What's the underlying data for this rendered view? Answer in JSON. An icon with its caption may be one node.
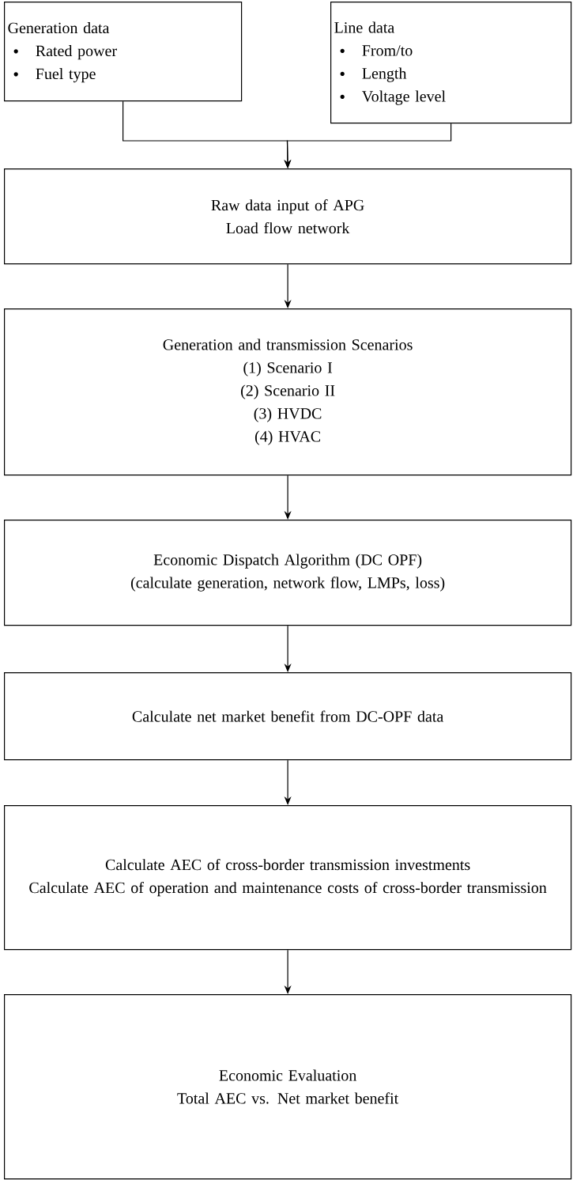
{
  "diagram": {
    "nodes": [
      {
        "text": [
          "Generation data",
          "Rated power",
          "Fuel type"
        ]
      },
      {
        "text": [
          "Line data",
          "From/to",
          "Length",
          "Voltage level"
        ]
      },
      {
        "text": [
          "Raw data input of APG",
          "Load flow network"
        ]
      },
      {
        "text": [
          "Generation and transmission Scenarios",
          "(1) Scenario I",
          "(2) Scenario II",
          "(3) HVDC",
          "(4) HVAC"
        ]
      },
      {
        "text": [
          "Economic Dispatch Algorithm (DC OPF)",
          "(calculate generation, network flow, LMPs, loss)"
        ]
      },
      {
        "text": [
          "Calculate net market benefit from DC-OPF data"
        ]
      },
      {
        "text": [
          "Calculate AEC of cross-border transmission investments",
          "Calculate AEC of operation and maintenance costs of cross-border transmission"
        ]
      },
      {
        "text": [
          "Economic Evaluation",
          "Total AEC vs. Net market benefit"
        ]
      }
    ],
    "edges": [
      {
        "from": 0,
        "to": 2,
        "arrow": "to"
      },
      {
        "from": 1,
        "to": 2,
        "arrow": "to"
      },
      {
        "from": 2,
        "to": 3,
        "arrow": "to"
      },
      {
        "from": 3,
        "to": 4,
        "arrow": "to"
      },
      {
        "from": 4,
        "to": 5,
        "arrow": "to"
      },
      {
        "from": 5,
        "to": 6,
        "arrow": "to"
      },
      {
        "from": 6,
        "to": 7,
        "arrow": "to"
      }
    ]
  }
}
